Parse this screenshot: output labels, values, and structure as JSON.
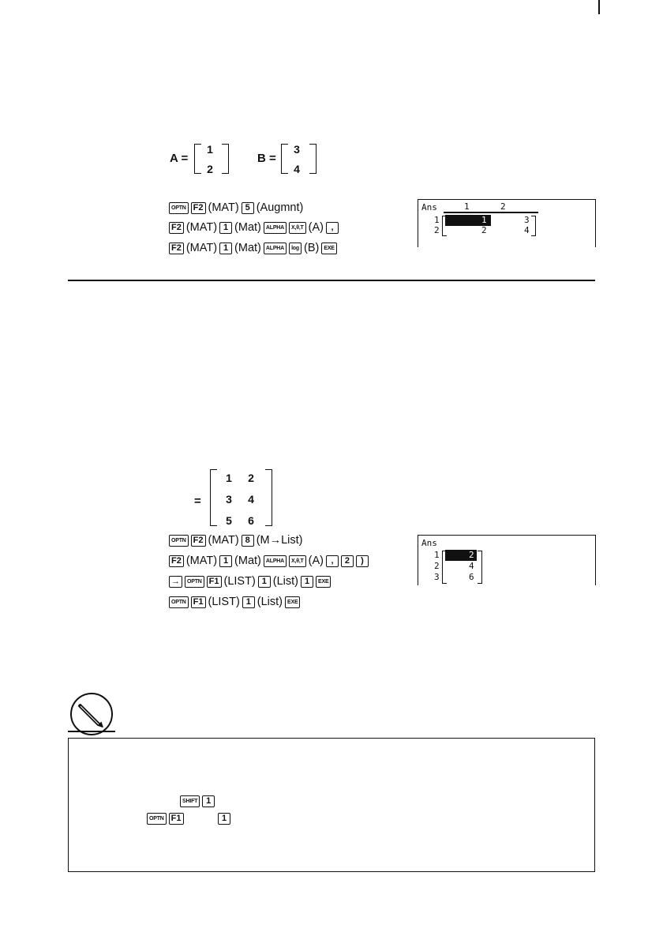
{
  "example1": {
    "matrixA": {
      "label": "A =",
      "values": [
        "1",
        "2"
      ]
    },
    "matrixB": {
      "label": "B =",
      "values": [
        "3",
        "4"
      ]
    },
    "keys": {
      "row1": {
        "k1": "OPTN",
        "k2": "F2",
        "t1": "(MAT)",
        "k3": "5",
        "t2": "(Augmnt)"
      },
      "row2": {
        "k1": "F2",
        "t1": "(MAT)",
        "k2": "1",
        "t2": "(Mat)",
        "k3": "ALPHA",
        "k4": "X,θ,T",
        "t3": "(A)",
        "k5": ","
      },
      "row3": {
        "k1": "F2",
        "t1": "(MAT)",
        "k2": "1",
        "t2": "(Mat)",
        "k3": "ALPHA",
        "k4": "log",
        "t3": "(B)",
        "k5": "EXE"
      }
    },
    "screen": {
      "ans": "Ans",
      "col1": "1",
      "col2": "2",
      "row1": "1",
      "row2": "2",
      "cells": [
        "1",
        "3",
        "2",
        "4"
      ]
    }
  },
  "example2": {
    "matrix": {
      "label": "=",
      "values": [
        "1",
        "2",
        "3",
        "4",
        "5",
        "6"
      ]
    },
    "keys": {
      "row1": {
        "k1": "OPTN",
        "k2": "F2",
        "t1": "(MAT)",
        "k3": "8",
        "t2": "(M→List)"
      },
      "row2": {
        "k1": "F2",
        "t1": "(MAT)",
        "k2": "1",
        "t2": "(Mat)",
        "k3": "ALPHA",
        "k4": "X,θ,T",
        "t3": "(A)",
        "k5": ",",
        "k6": "2",
        "k7": ")"
      },
      "row3": {
        "k1": "→",
        "k2": "OPTN",
        "k3": "F1",
        "t1": "(LIST)",
        "k4": "1",
        "t2": "(List)",
        "k5": "1",
        "k6": "EXE"
      },
      "row4": {
        "k1": "OPTN",
        "k2": "F1",
        "t1": "(LIST)",
        "k3": "1",
        "t2": "(List)",
        "k4": "EXE"
      }
    },
    "screen": {
      "ans": "Ans",
      "row1": "1",
      "row2": "2",
      "row3": "3",
      "cells": [
        "2",
        "4",
        "6"
      ]
    }
  },
  "note": {
    "icon": "pencil-icon",
    "keys": {
      "a1": "SHIFT",
      "a2": "1",
      "b1": "OPTN",
      "b2": "F1",
      "b3": "1"
    }
  }
}
